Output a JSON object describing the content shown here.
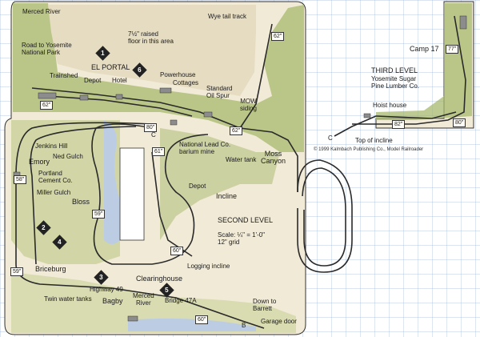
{
  "labels": {
    "merced_river_top": "Merced River",
    "road_yosemite": "Road to Yosemite\nNational Park",
    "raised_floor": "7½\" raised\nfloor in this area",
    "wye_tail": "Wye tail track",
    "el_portal": "EL PORTAL",
    "powerhouse": "Powerhouse",
    "trainshed": "Trainshed",
    "depot_top": "Depot",
    "hotel": "Hotel",
    "cottages": "Cottages",
    "standard_oil": "Standard\nOil Spur",
    "mow_siding": "MOW\nsiding",
    "national_lead": "National Lead Co.\nbarium mine",
    "water_tank": "Water tank",
    "moss_canyon": "Moss\nCanyon",
    "jenkins_hill": "Jenkins Hill",
    "ned_gulch": "Ned Gulch",
    "emory": "Emory",
    "portland_cement": "Portland\nCement Co.",
    "miller_gulch": "Miller Gulch",
    "bloss": "Bloss",
    "depot_incline": "Depot",
    "incline": "Incline",
    "second_level": "SECOND LEVEL",
    "scale": "Scale: ¼\" = 1'-0\"\n12\" grid",
    "logging_incline": "Logging incline",
    "briceburg": "Briceburg",
    "highway49": "Highway 49",
    "clearinghouse": "Clearinghouse",
    "twin_water_tanks": "Twin water tanks",
    "bagby": "Bagby",
    "merced_river_bottom": "Merced\nRiver",
    "bridge47a": "Bridge 47A",
    "down_to_barrett": "Down to\nBarrett",
    "garage_door": "Garage door",
    "b_marker": "B",
    "c_marker_left": "C",
    "camp17": "Camp 17",
    "third_level": "THIRD LEVEL",
    "yosemite_sugar": "Yosemite Sugar\nPine Lumber Co.",
    "hoist_house": "Hoist house",
    "c_marker_right": "C",
    "top_of_incline": "Top of incline",
    "copyright": "© 1999 Kalmbach Publishing Co., Model Railroader"
  },
  "grades": {
    "g62_top": "62\"",
    "g62_trainshed": "62\"",
    "g80_c": "80\"",
    "g62_mow": "62\"",
    "g61": "61\"",
    "g58": "58\"",
    "g59_bloss": "59\"",
    "g60_logging": "60\"",
    "g59_left": "59\"",
    "g60_bottom": "60\"",
    "g77": "77\"",
    "g82": "82\"",
    "g80_right": "80\""
  },
  "view_numbers": {
    "n1": "1",
    "n2": "2",
    "n3": "3",
    "n4": "4",
    "n5": "5",
    "n6": "6"
  },
  "colors": {
    "grid": "#9fb6d8",
    "benchwork": "#f0e8d4",
    "sand": "#e3d8bc",
    "vegetation": "#8fa858",
    "vegetation_dark": "#5d7a36",
    "water": "#b9cce4",
    "track": "#2a2a2a"
  }
}
